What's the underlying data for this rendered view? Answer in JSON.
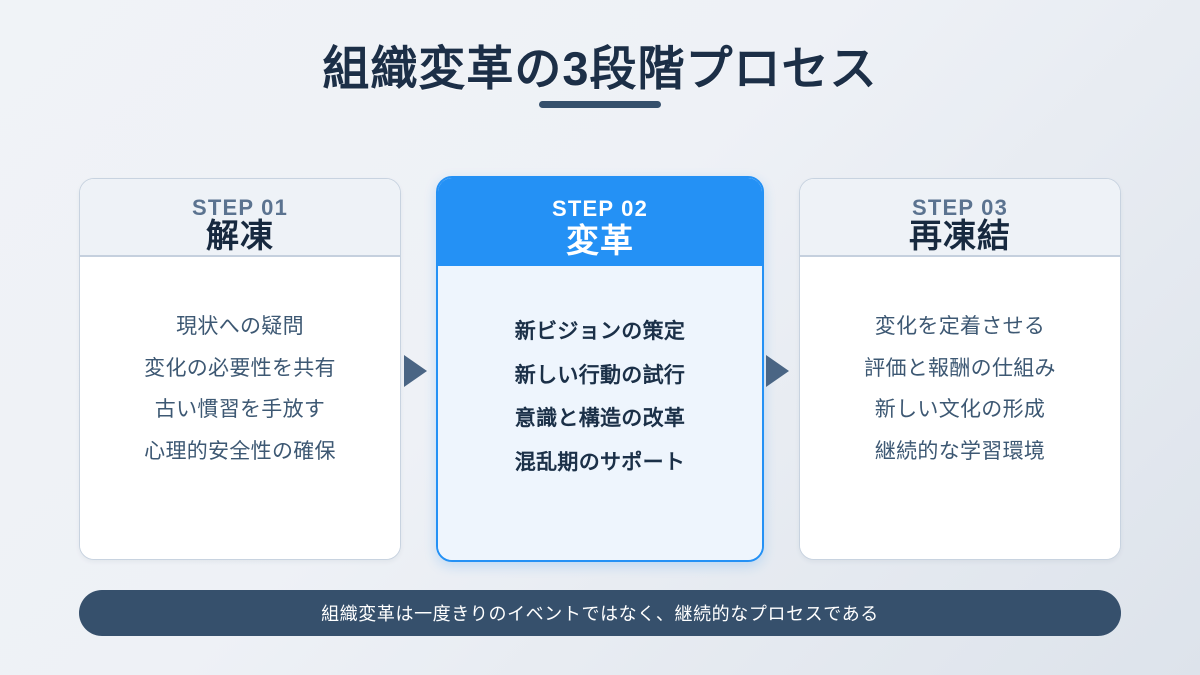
{
  "slide": {
    "title": "組織変革の3段階プロセス",
    "background_gradient_from": "#f0f3f7",
    "background_gradient_to": "#dde3eb",
    "accent_color": "#2491f5",
    "dark_navy": "#36506c"
  },
  "cards": [
    {
      "step_label": "STEP 01",
      "step_title": "解凍",
      "highlighted": false,
      "items": [
        "現状への疑問",
        "変化の必要性を共有",
        "古い慣習を手放す",
        "心理的安全性の確保"
      ]
    },
    {
      "step_label": "STEP 02",
      "step_title": "変革",
      "highlighted": true,
      "items": [
        "新ビジョンの策定",
        "新しい行動の試行",
        "意識と構造の改革",
        "混乱期のサポート"
      ]
    },
    {
      "step_label": "STEP 03",
      "step_title": "再凍結",
      "highlighted": false,
      "items": [
        "変化を定着させる",
        "評価と報酬の仕組み",
        "新しい文化の形成",
        "継続的な学習環境"
      ]
    }
  ],
  "connectors": [
    {
      "name": "arrow-step1-to-step2",
      "glyph": "right-triangle-arrow"
    },
    {
      "name": "arrow-step2-to-step3",
      "glyph": "right-triangle-arrow"
    }
  ],
  "banner": {
    "text": "組織変革は一度きりのイベントではなく、継続的なプロセスである"
  }
}
